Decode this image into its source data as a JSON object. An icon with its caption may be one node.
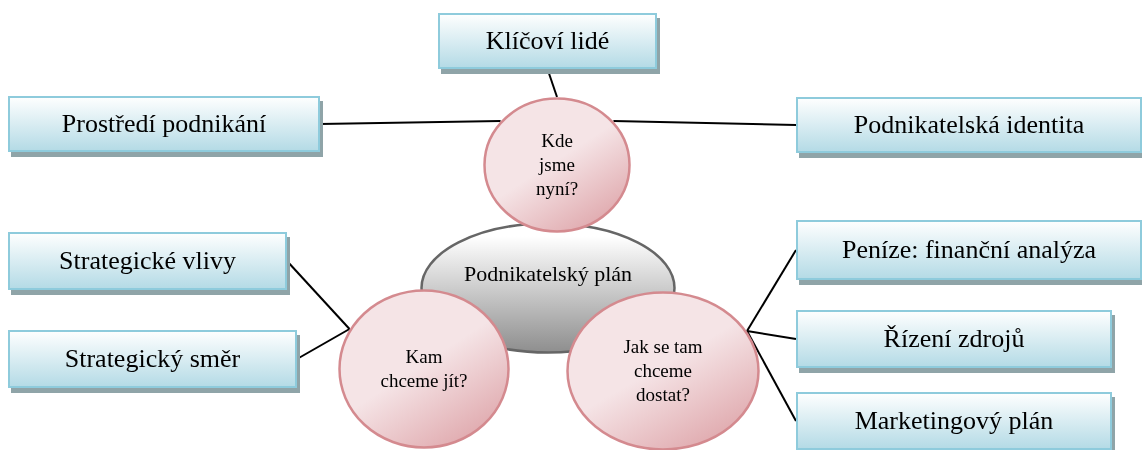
{
  "diagram": {
    "nodes": [
      {
        "text": [
          "Klíčoví lidé"
        ]
      },
      {
        "text": [
          "Prostředí podnikání"
        ]
      },
      {
        "text": [
          "Kde jsme nyní?"
        ]
      },
      {
        "text": [
          "Podnikatelská identita"
        ]
      },
      {
        "text": [
          "Podnikatelský plán"
        ]
      },
      {
        "text": [
          "Strategické vlivy"
        ]
      },
      {
        "text": [
          "Peníze: finanční analýza"
        ]
      },
      {
        "text": [
          "Kam chceme jít?"
        ]
      },
      {
        "text": [
          "Jak se tam chceme dostat?"
        ]
      },
      {
        "text": [
          "Řízení zdrojů"
        ]
      },
      {
        "text": [
          "Strategický směr"
        ]
      },
      {
        "text": [
          "Marketingový plán"
        ]
      }
    ],
    "edges": [
      {
        "from": 2,
        "to": 0,
        "arrow": "none"
      },
      {
        "from": 2,
        "to": 1,
        "arrow": "none"
      },
      {
        "from": 2,
        "to": 3,
        "arrow": "none"
      },
      {
        "from": 7,
        "to": 5,
        "arrow": "none"
      },
      {
        "from": 7,
        "to": 10,
        "arrow": "none"
      },
      {
        "from": 8,
        "to": 6,
        "arrow": "none"
      },
      {
        "from": 8,
        "to": 9,
        "arrow": "none"
      },
      {
        "from": 8,
        "to": 11,
        "arrow": "none"
      }
    ]
  }
}
